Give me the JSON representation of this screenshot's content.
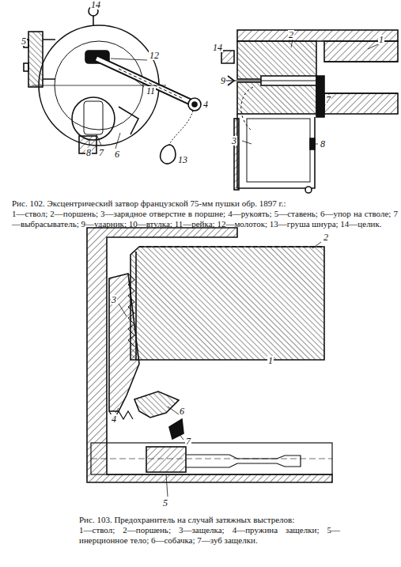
{
  "diagram": {
    "labels": [
      "14",
      "5",
      "12",
      "11",
      "4",
      "13",
      "8",
      "7",
      "6",
      "2",
      "1",
      "14",
      "9",
      "7",
      "3",
      "8",
      "Рис. 102. Эксцентрический затвор французской 75-мм пушки обр. 1897 г.:",
      "1—ствол; 2—поршень; 3—зарядное отверстие в поршне; 4—рукоять; 5—ставень; 6—упор на стволе; 7—выбрасыватель; 9—ударник; 10—втулка; 11—рейка; 12—молоток; 13—груша шнура; 14—целик.",
      "2",
      "3",
      "1",
      "4",
      "6",
      "7",
      "5",
      "Рис. 103. Предохранитель на случай затяжных выстрелов:",
      "1—ствол; 2—поршень; 3—защелка; 4—пружина защелки; 5—инерционное тело; 6—собачка; 7—зуб защелки."
    ]
  }
}
